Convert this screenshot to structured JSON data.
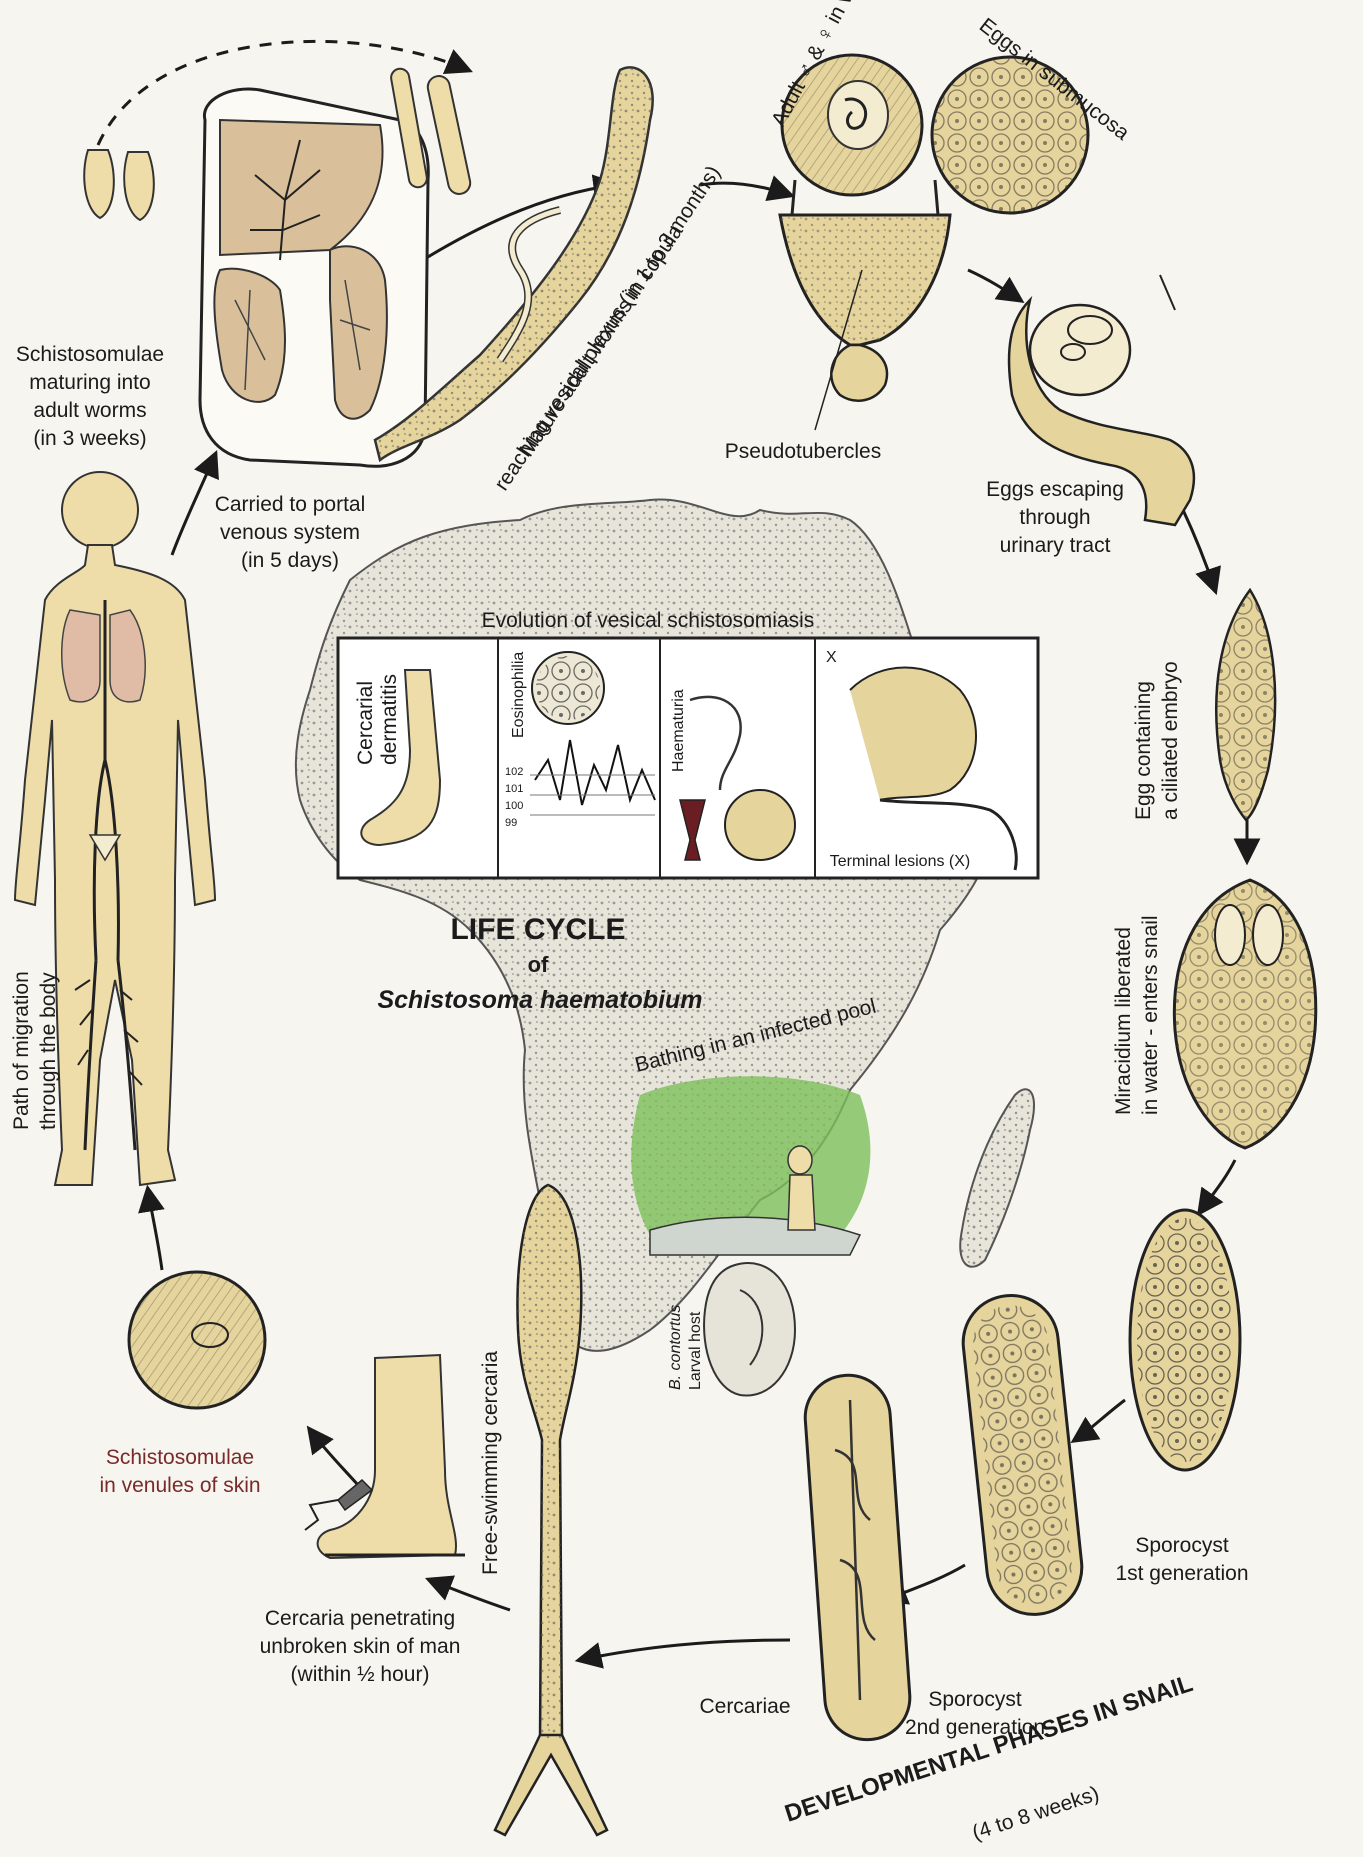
{
  "title": {
    "line1": "LIFE CYCLE",
    "line2": "of",
    "line3": "Schistosoma haematobium"
  },
  "labels": {
    "schistosomulae_maturing": [
      "Schistosomulae",
      "maturing into",
      "adult worms",
      "(in 3 weeks)"
    ],
    "carried_portal": [
      "Carried to portal",
      "venous system",
      "(in 5 days)"
    ],
    "mature_worms": [
      "Mature adult worms in copula",
      "reaching vesical plexus (in 1 to 3 months)"
    ],
    "adult_venule": "Adult ♂ & ♀ in venule",
    "eggs_submucosa": "Eggs in submucosa",
    "pseudotubercles": "Pseudotubercles",
    "eggs_escaping": [
      "Eggs escaping",
      "through",
      "urinary tract"
    ],
    "egg_embryo": [
      "Egg containing",
      "a ciliated embryo"
    ],
    "miracidium": [
      "Miracidium liberated",
      "in water - enters snail"
    ],
    "sporocyst_1": [
      "Sporocyst",
      "1st generation"
    ],
    "sporocyst_2": [
      "Sporocyst",
      "2nd generation"
    ],
    "cercariae": "Cercariae",
    "developmental_phases": "DEVELOPMENTAL PHASES IN SNAIL",
    "developmental_duration": "(4 to 8 weeks)",
    "free_swimming": "Free-swimming cercaria",
    "cercaria_penetrating": [
      "Cercaria penetrating",
      "unbroken skin of man",
      "(within ½ hour)"
    ],
    "schistosomulae_skin": [
      "Schistosomulae",
      "in venules of skin"
    ],
    "path_migration": [
      "Path of migration",
      "through the body"
    ],
    "bathing": "Bathing in an infected pool",
    "snail_host": [
      "B. contortus",
      "Larval host"
    ]
  },
  "evolution_panel": {
    "heading": "Evolution of vesical schistosomiasis",
    "sections": [
      "Cercarial",
      "dermatitis",
      "Eosinophilia",
      "Haematuria",
      "Terminal lesions (X)"
    ],
    "marker": "X",
    "chart_ticks": [
      "102",
      "101",
      "100",
      "99"
    ]
  },
  "colors": {
    "tissue": "#e6d49d",
    "body": "#eedda8",
    "lung": "#e0bba6",
    "africa": "#e7e4da",
    "stipple": "#5a5a5a",
    "foliage": "#7dbf5a",
    "wine": "#6b1d24"
  }
}
